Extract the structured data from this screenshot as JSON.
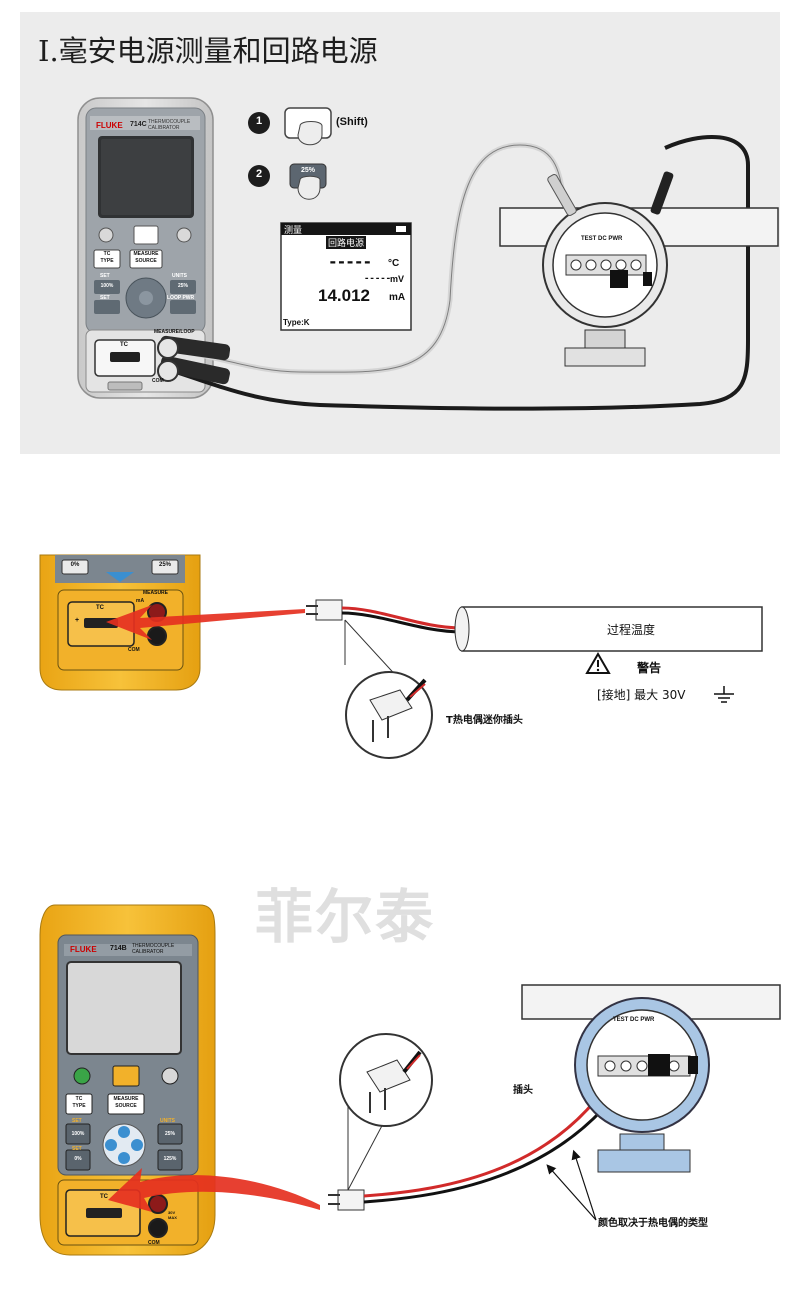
{
  "sections": [
    {
      "title": "I.毫安电源测量和回路电源",
      "meter": {
        "brand": "FLUKE",
        "model": "714C",
        "subtitle": "THERMOCOUPLE CALIBRATOR",
        "keys": {
          "tc_type_1": "TC",
          "tc_type_2": "TYPE",
          "measure_1": "MEASURE",
          "measure_2": "SOURCE",
          "set_upper": "SET",
          "units": "UNITS",
          "set_lower": "SET",
          "loop_pwr": "LOOP PWR",
          "pct_100": "100%",
          "pct_25": "25%"
        },
        "jack_label": "TC",
        "measure_loop": "MEASURE/LOOP",
        "com": "COM"
      },
      "steps": [
        {
          "number": "1",
          "key_label": "",
          "note": "(Shift)"
        },
        {
          "number": "2",
          "key_label": "25%",
          "note": ""
        }
      ],
      "display": {
        "top_left": "测量",
        "mode": "回路电源",
        "temp_dashes": "-----",
        "temp_unit": "°C",
        "mv_dashes": "-----",
        "mv_unit": "mV",
        "ma_value": "14.012",
        "ma_unit": "mA",
        "type_label": "Type:K"
      },
      "transmitter": {
        "terminal_header": "TEST DC PWR"
      }
    },
    {
      "title": "II.热电偶测量温度",
      "meter_keys": {
        "left": "0%",
        "right": "25%",
        "measure": "MEASURE",
        "ma": "mA",
        "tc": "TC",
        "plus": "+",
        "com": "COM"
      },
      "process_label": "过程温度",
      "warning": "警告",
      "warning_detail": "[接地] 最大 30V",
      "plug_label": "T热电偶迷你插头"
    },
    {
      "title": "III.模拟热电偶的连接",
      "watermark": "菲尔泰",
      "meter": {
        "brand": "FLUKE",
        "model": "714B",
        "subtitle": "THERMOCOUPLE CALIBRATOR",
        "keys": {
          "tc_type_1": "TC",
          "tc_type_2": "TYPE",
          "measure_1": "MEASURE",
          "measure_2": "SOURCE",
          "set_upper": "SET",
          "units": "UNITS",
          "set_lower": "SET",
          "pct_100": "100%",
          "pct_25": "25%",
          "pct_0": "0%",
          "pct_125": "125%"
        },
        "jack_label": "TC",
        "com": "COM",
        "max": "30V MAX"
      },
      "transmitter": {
        "terminal_header": "TEST DC PWR"
      },
      "partial_label": "插头",
      "wire_note": "颜色取决于热电偶的类型"
    }
  ],
  "colors": {
    "panel": "#ececec",
    "meter_gray": "#d6d6d6",
    "meter_yellow": "#f3b526",
    "transmitter_blue": "#a9c6e4",
    "wire_red": "#d12a2a",
    "arrow_red": "#e53020"
  }
}
